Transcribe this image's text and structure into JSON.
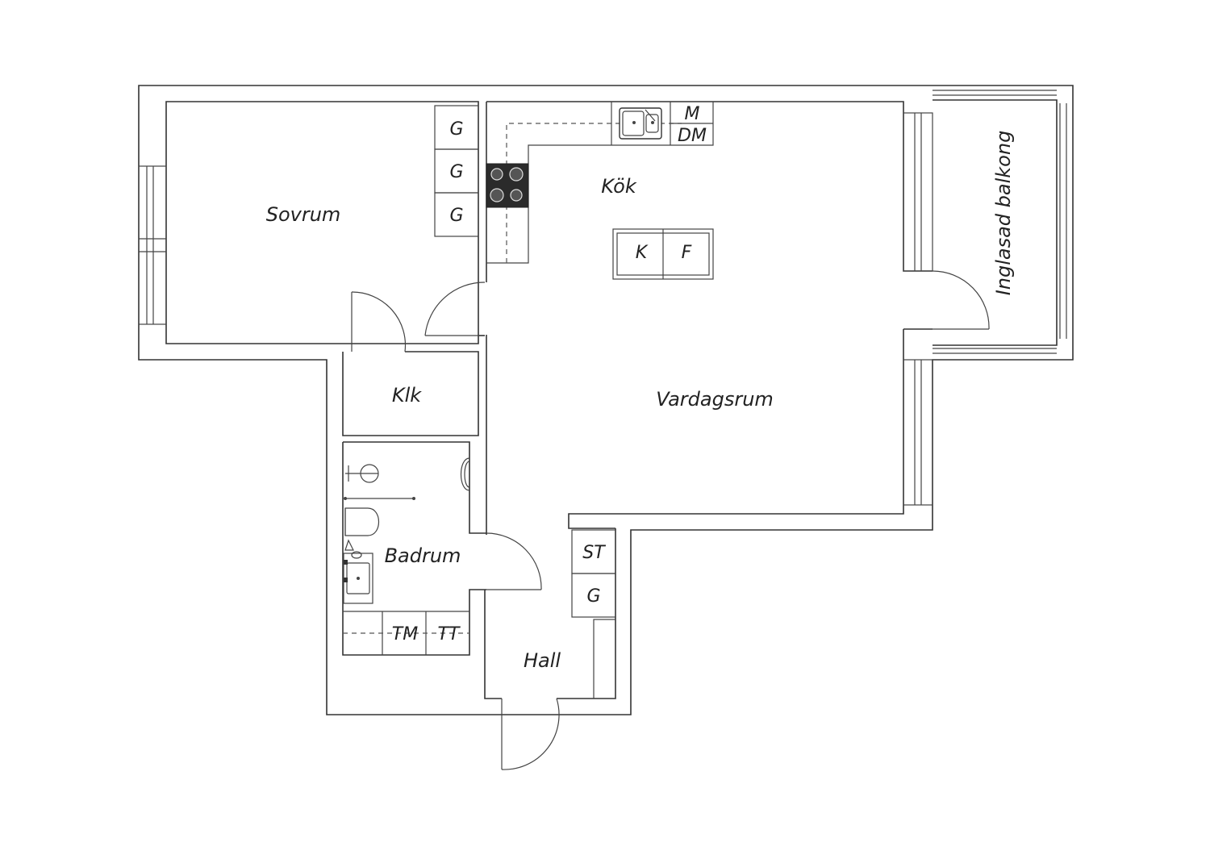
{
  "rooms": {
    "sovrum": "Sovrum",
    "kok": "Kök",
    "inglasad_balkong": "Inglasad balkong",
    "klk": "Klk",
    "vardagsrum": "Vardagsrum",
    "badrum": "Badrum",
    "hall": "Hall"
  },
  "appliances": {
    "wardrobe_1": "G",
    "wardrobe_2": "G",
    "wardrobe_3": "G",
    "microwave": "M",
    "dishwasher": "DM",
    "fridge": "K",
    "freezer": "F",
    "storage": "ST",
    "hall_wardrobe": "G",
    "washer": "TM",
    "dryer": "TT"
  },
  "colors": {
    "wall": "#333333",
    "stove": "#2b2b2b",
    "background": "#ffffff"
  }
}
